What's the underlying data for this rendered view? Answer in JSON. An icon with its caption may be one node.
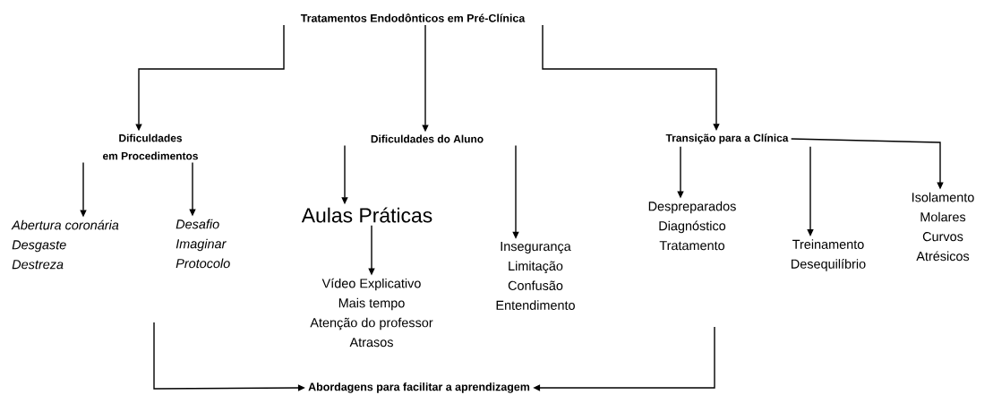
{
  "diagram": {
    "nodes": [
      {
        "text": [
          "Tratamentos Endodônticos em Pré-Clínica"
        ]
      },
      {
        "text": [
          "Dificuldades",
          "em Procedimentos"
        ]
      },
      {
        "text": [
          "Dificuldades do Aluno"
        ]
      },
      {
        "text": [
          "Transição para a Clínica"
        ]
      },
      {
        "text": [
          "Abertura coronária",
          "Desgaste",
          "Destreza"
        ]
      },
      {
        "text": [
          "Desafio",
          "Imaginar",
          "Protocolo"
        ]
      },
      {
        "text": [
          "Aulas Práticas"
        ]
      },
      {
        "text": [
          "Vídeo Explicativo",
          "Mais tempo",
          "Atenção do professor",
          "Atrasos"
        ]
      },
      {
        "text": [
          "Insegurança",
          "Limitação",
          "Confusão",
          "Entendimento"
        ]
      },
      {
        "text": [
          "Despreparados",
          "Diagnóstico",
          "Tratamento"
        ]
      },
      {
        "text": [
          "Treinamento",
          "Desequilíbrio"
        ]
      },
      {
        "text": [
          "Isolamento",
          "Molares",
          "Curvos",
          "Atrésicos"
        ]
      },
      {
        "text": [
          "Abordagens para facilitar a aprendizagem"
        ]
      }
    ],
    "edges": [
      {
        "from": 0,
        "to": 1,
        "arrow": "to"
      },
      {
        "from": 0,
        "to": 2,
        "arrow": "to"
      },
      {
        "from": 0,
        "to": 3,
        "arrow": "to"
      },
      {
        "from": 1,
        "to": 4,
        "arrow": "to"
      },
      {
        "from": 1,
        "to": 5,
        "arrow": "to"
      },
      {
        "from": 2,
        "to": 6,
        "arrow": "to"
      },
      {
        "from": 2,
        "to": 8,
        "arrow": "to"
      },
      {
        "from": 6,
        "to": 7,
        "arrow": "to"
      },
      {
        "from": 3,
        "to": 9,
        "arrow": "to"
      },
      {
        "from": 3,
        "to": 10,
        "arrow": "to"
      },
      {
        "from": 3,
        "to": 11,
        "arrow": "to"
      },
      {
        "from": null,
        "to": 12,
        "arrow": "to"
      },
      {
        "from": null,
        "to": 12,
        "arrow": "to"
      }
    ]
  }
}
